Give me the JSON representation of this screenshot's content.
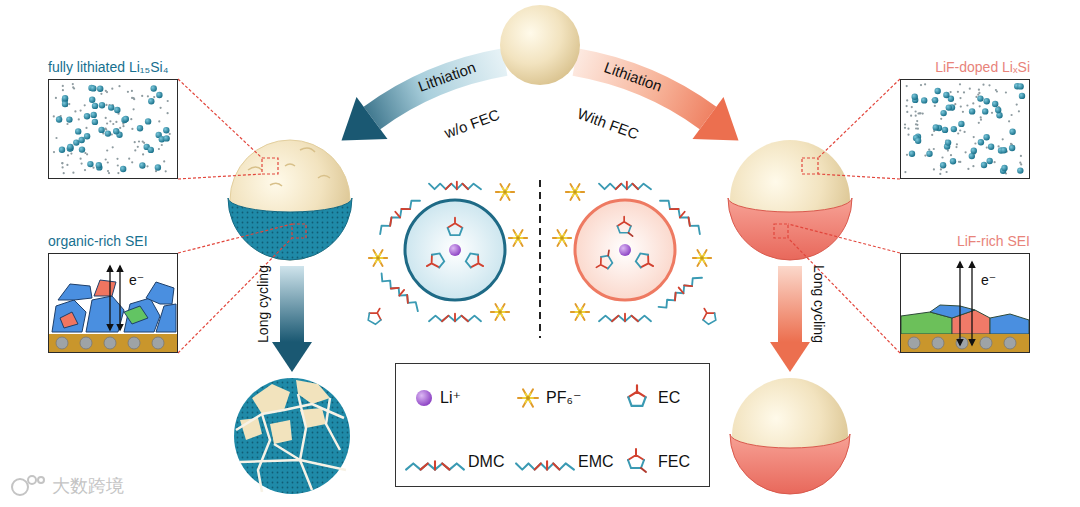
{
  "diagram": {
    "nodes": [
      {
        "text": [
          "fully lithiated Li₁₅Si₄"
        ]
      },
      {
        "text": [
          "organic-rich SEI",
          "e⁻"
        ]
      },
      {
        "text": [
          "LiF-doped LiₓSi"
        ]
      },
      {
        "text": [
          "LiF-rich SEI",
          "e⁻"
        ]
      }
    ],
    "labels": [
      "Lithiation",
      "w/o FEC",
      "Lithiation",
      "With FEC",
      "Long cycling",
      "Long cycling",
      "大数跨境"
    ],
    "legend": [
      {
        "text": "Li⁺"
      },
      {
        "text": "PF₆⁻"
      },
      {
        "text": "EC"
      },
      {
        "text": "DMC"
      },
      {
        "text": "EMC"
      },
      {
        "text": "FEC"
      }
    ]
  }
}
